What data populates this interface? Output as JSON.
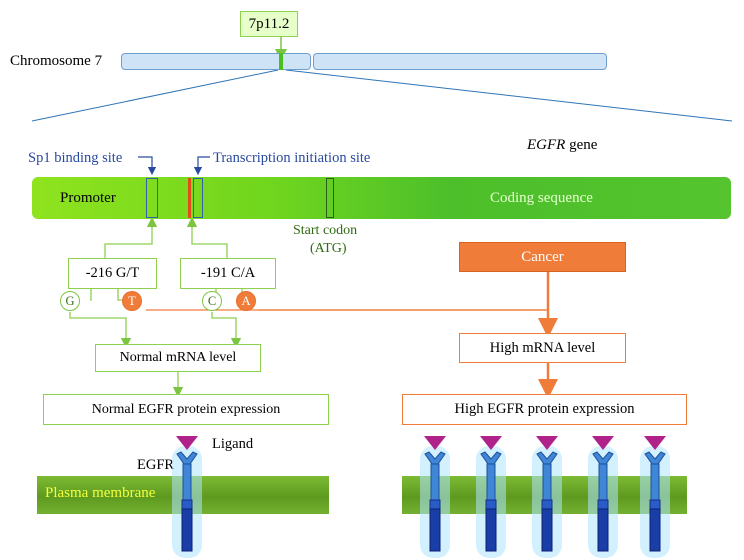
{
  "locus": {
    "band": "7p11.2",
    "chromosome_label": "Chromosome 7"
  },
  "gene": {
    "name_italic": "EGFR",
    "name_suffix": " gene",
    "promoter_label": "Promoter",
    "coding_label": "Coding sequence",
    "sp1_label": "Sp1 binding site",
    "tis_label": "Transcription initiation site",
    "start_codon_line1": "Start codon",
    "start_codon_line2": "(ATG)"
  },
  "snps": [
    {
      "name": "-216 G/T",
      "allele_normal": "G",
      "allele_risk": "T"
    },
    {
      "name": "-191 C/A",
      "allele_normal": "C",
      "allele_risk": "A"
    }
  ],
  "normal_path": {
    "mrna": "Normal mRNA level",
    "protein": "Normal EGFR protein expression"
  },
  "cancer_path": {
    "trigger": "Cancer",
    "mrna": "High mRNA level",
    "protein": "High EGFR protein expression"
  },
  "membrane": {
    "ligand_label": "Ligand",
    "receptor_label": "EGFR",
    "membrane_label": "Plasma membrane"
  },
  "colors": {
    "green_bar": "#7ddc1c",
    "green_line": "#8ed14f",
    "orange": "#f07c3a",
    "blue_label": "#2a4aa0",
    "chromosome_fill": "#cfe3f7",
    "membrane": "#6ea82a",
    "ligand": "#b0218a",
    "receptor": "#3f86d6"
  },
  "receptor_counts": {
    "normal": 1,
    "cancer": 5
  }
}
